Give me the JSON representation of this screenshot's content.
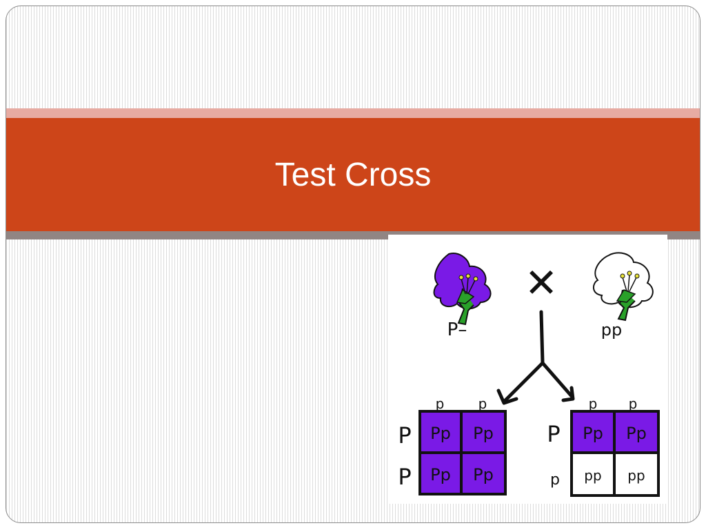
{
  "slide": {
    "title": "Test Cross"
  },
  "diagram": {
    "parents": {
      "left_genotype": "P–",
      "right_genotype": "pp",
      "cross_symbol": "✕"
    },
    "left_square": {
      "col_alleles": [
        "p",
        "p"
      ],
      "row_alleles": [
        "P",
        "P"
      ],
      "cells": [
        "Pp",
        "Pp",
        "Pp",
        "Pp"
      ],
      "cell_colors": [
        "#7a1ae6",
        "#7a1ae6",
        "#7a1ae6",
        "#7a1ae6"
      ]
    },
    "right_square": {
      "col_alleles": [
        "p",
        "p"
      ],
      "row_alleles": [
        "P",
        "p"
      ],
      "cells": [
        "Pp",
        "Pp",
        "pp",
        "pp"
      ],
      "cell_colors": [
        "#7a1ae6",
        "#7a1ae6",
        "#ffffff",
        "#ffffff"
      ]
    },
    "colors": {
      "purple": "#7a1ae6",
      "white": "#ffffff",
      "stem": "#2aa12a",
      "ink": "#111111"
    }
  }
}
